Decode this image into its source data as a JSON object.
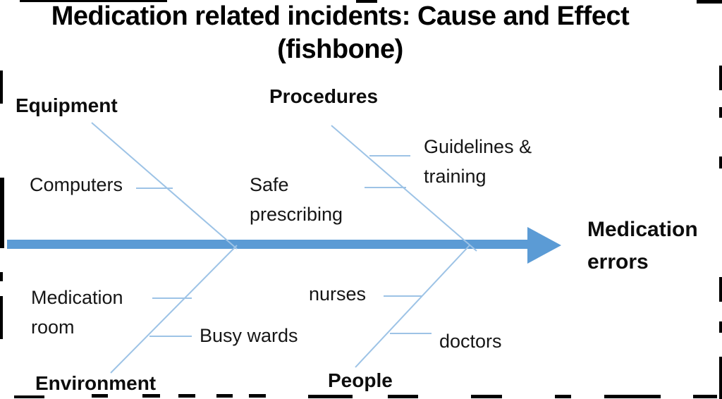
{
  "title": {
    "line1": "Medication related incidents: Cause and Effect",
    "line2": "(fishbone)"
  },
  "effect": {
    "label": "Medication errors"
  },
  "colors": {
    "spine_blue": "#5b9bd5",
    "bone_blue": "#9dc3e6",
    "text": "#161616"
  },
  "diagram_type": "fishbone-cause-and-effect",
  "categories": [
    {
      "name": "Equipment",
      "position": "top-left",
      "causes": [
        "Computers"
      ]
    },
    {
      "name": "Procedures",
      "position": "top-right",
      "causes": [
        "Safe prescribing",
        "Guidelines & training"
      ]
    },
    {
      "name": "Environment",
      "position": "bottom-left",
      "causes": [
        "Medication room",
        "Busy wards"
      ]
    },
    {
      "name": "People",
      "position": "bottom-right",
      "causes": [
        "nurses",
        "doctors"
      ]
    }
  ]
}
